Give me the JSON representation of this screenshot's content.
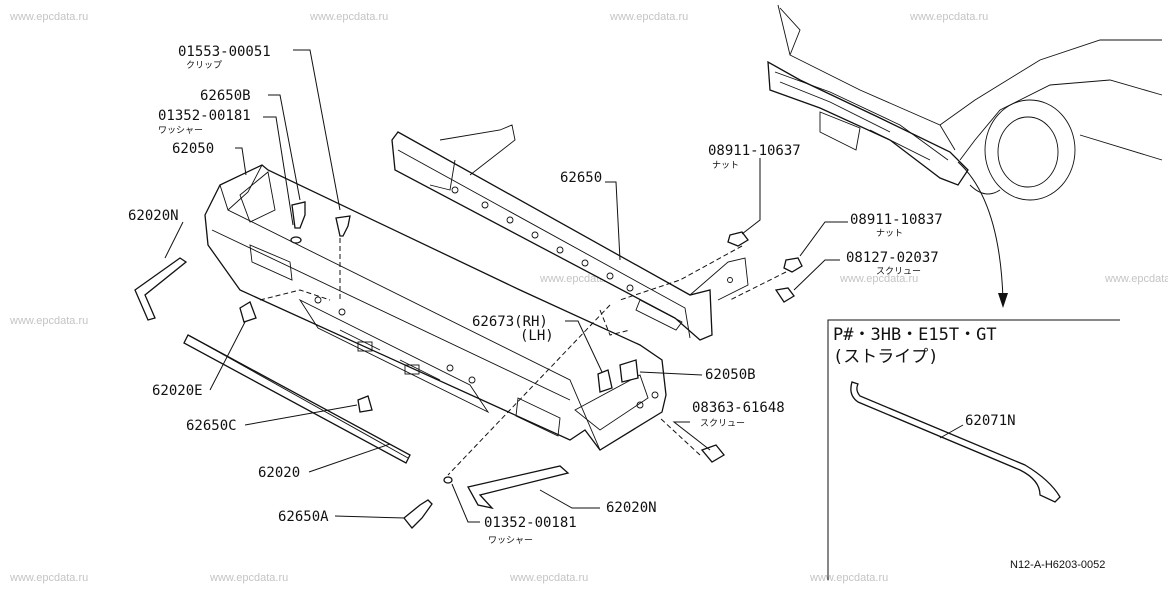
{
  "watermark": "www.epcdata.ru",
  "diagram_ref": "N12-A-H6203-0052",
  "inset": {
    "title": "P#・3HB・E15T・GT",
    "subtitle": "(ストライプ)",
    "part": "62071N"
  },
  "labels": {
    "p01553": "01553-00051",
    "p01553_sub": "クリップ",
    "p62650B": "62650B",
    "p01352a": "01352-00181",
    "p01352a_sub": "ワッシャー",
    "p62050": "62050",
    "p62020N_left": "62020N",
    "p62650": "62650",
    "p08911a": "08911-10637",
    "p08911a_sub": "ナット",
    "p08911b": "08911-10837",
    "p08911b_sub": "ナット",
    "p08127": "08127-02037",
    "p08127_sub": "スクリュー",
    "p62673_rh": "62673(RH)",
    "p62673_lh": "(LH)",
    "p62050B": "62050B",
    "p08363": "08363-61648",
    "p08363_sub": "スクリュー",
    "p62020E": "62020E",
    "p62650C": "62650C",
    "p62020": "62020",
    "p62650A": "62650A",
    "p01352b": "01352-00181",
    "p01352b_sub": "ワッシャー",
    "p62020N_right": "62020N"
  }
}
